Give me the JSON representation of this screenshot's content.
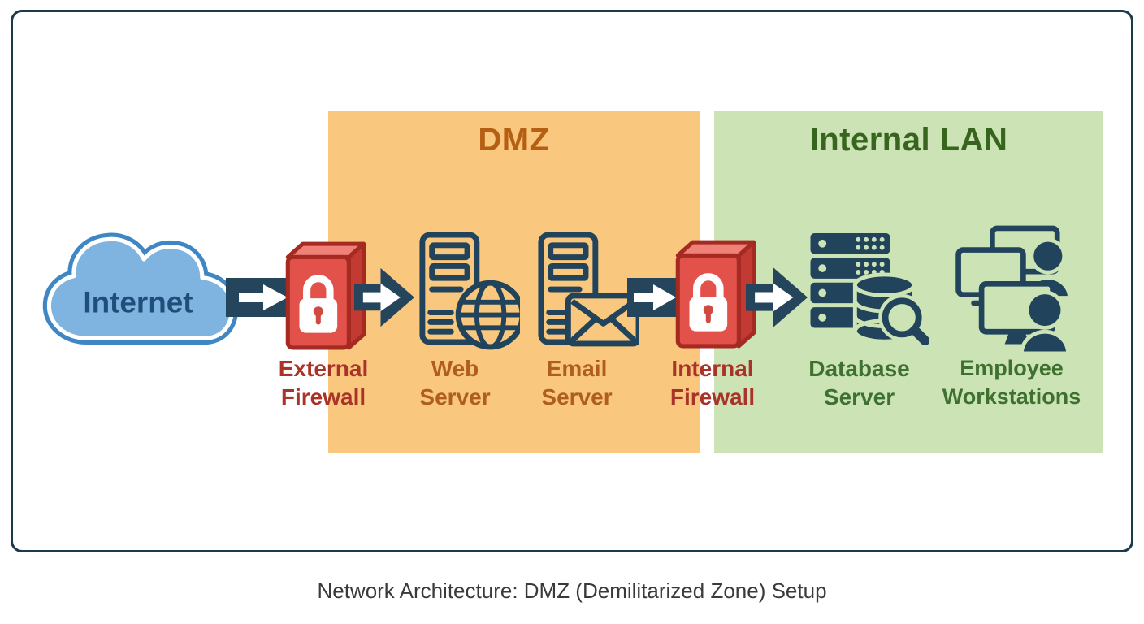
{
  "page": {
    "caption": "Network Architecture: DMZ (Demilitarized Zone) Setup"
  },
  "zones": {
    "dmz": {
      "label": "DMZ",
      "bg": "#F9C77D",
      "title_color": "#B45F13"
    },
    "internal_lan": {
      "label": "Internal LAN",
      "bg": "#CCE3B5",
      "title_color": "#38651E"
    }
  },
  "nodes": {
    "internet": {
      "label": "Internet",
      "icon": "cloud-icon"
    },
    "external_firewall": {
      "line1": "External",
      "line2": "Firewall",
      "icon": "firewall-lock-icon"
    },
    "web_server": {
      "line1": "Web",
      "line2": "Server",
      "icon": "tower-server-globe-icon"
    },
    "email_server": {
      "line1": "Email",
      "line2": "Server",
      "icon": "tower-server-envelope-icon"
    },
    "internal_firewall": {
      "line1": "Internal",
      "line2": "Firewall",
      "icon": "firewall-lock-icon"
    },
    "database_server": {
      "line1": "Database",
      "line2": "Server",
      "icon": "rack-database-magnifier-icon"
    },
    "employee_workstations": {
      "line1": "Employee",
      "line2": "Workstations",
      "icon": "monitors-people-icon"
    }
  },
  "connections": [
    {
      "from": "internet",
      "to": "external-firewall",
      "style": "bar-arrow"
    },
    {
      "from": "external-firewall",
      "to": "web-server",
      "style": "big-arrow"
    },
    {
      "from": "email-server",
      "to": "internal-firewall",
      "style": "bar-arrow"
    },
    {
      "from": "internal-firewall",
      "to": "database-server",
      "style": "big-arrow"
    }
  ],
  "colors": {
    "border_navy": "#1C3A4E",
    "icon_navy": "#24455C",
    "cloud_fill": "#7FB3E0",
    "cloud_border": "#3F86C5",
    "internet_text": "#1F4E79",
    "firewall_red": "#E2524B",
    "firewall_dark_red": "#A52A21",
    "firewall_label": "#A93328",
    "dmz_label_color": "#B05E1E",
    "lan_label_color": "#3E7030",
    "caption_color": "#3A3A3A"
  }
}
